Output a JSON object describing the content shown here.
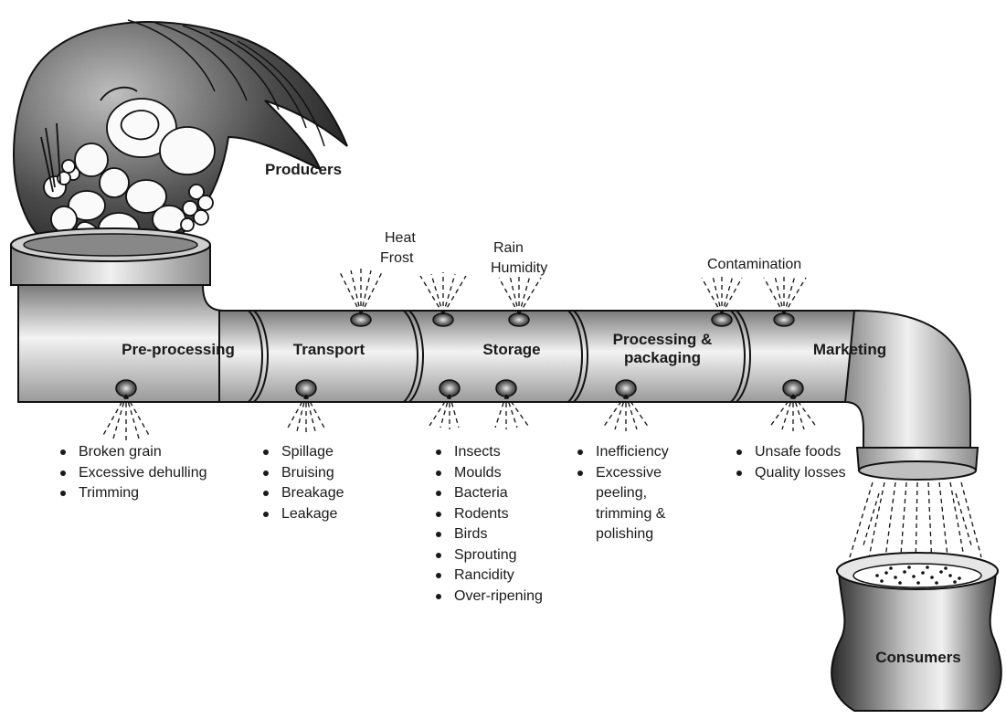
{
  "nodes": {
    "producers": "Producers",
    "consumers": "Consumers"
  },
  "stages": [
    {
      "label": "Pre-processing",
      "losses": [
        "Broken grain",
        "Excessive dehulling",
        "Trimming"
      ]
    },
    {
      "label": "Transport",
      "losses": [
        "Spillage",
        "Bruising",
        "Breakage",
        "Leakage"
      ]
    },
    {
      "label": "Storage",
      "losses": [
        "Insects",
        "Moulds",
        "Bacteria",
        "Rodents",
        "Birds",
        "Sprouting",
        "Rancidity",
        "Over-ripening"
      ]
    },
    {
      "label_lines": [
        "Processing &",
        "packaging"
      ],
      "losses": [
        "Inefficiency",
        "Excessive",
        "peeling,",
        "trimming &",
        "polishing"
      ]
    },
    {
      "label": "Marketing",
      "losses": [
        "Unsafe foods",
        "Quality losses"
      ]
    }
  ],
  "external_factors": {
    "heat": "Heat",
    "frost": "Frost",
    "rain": "Rain",
    "humidity": "Humidity",
    "contamination": "Contamination"
  },
  "colors": {
    "ink": "#1a1a1a",
    "pipe_light": "#f2f2f2",
    "pipe_dark": "#8c8c8c"
  }
}
